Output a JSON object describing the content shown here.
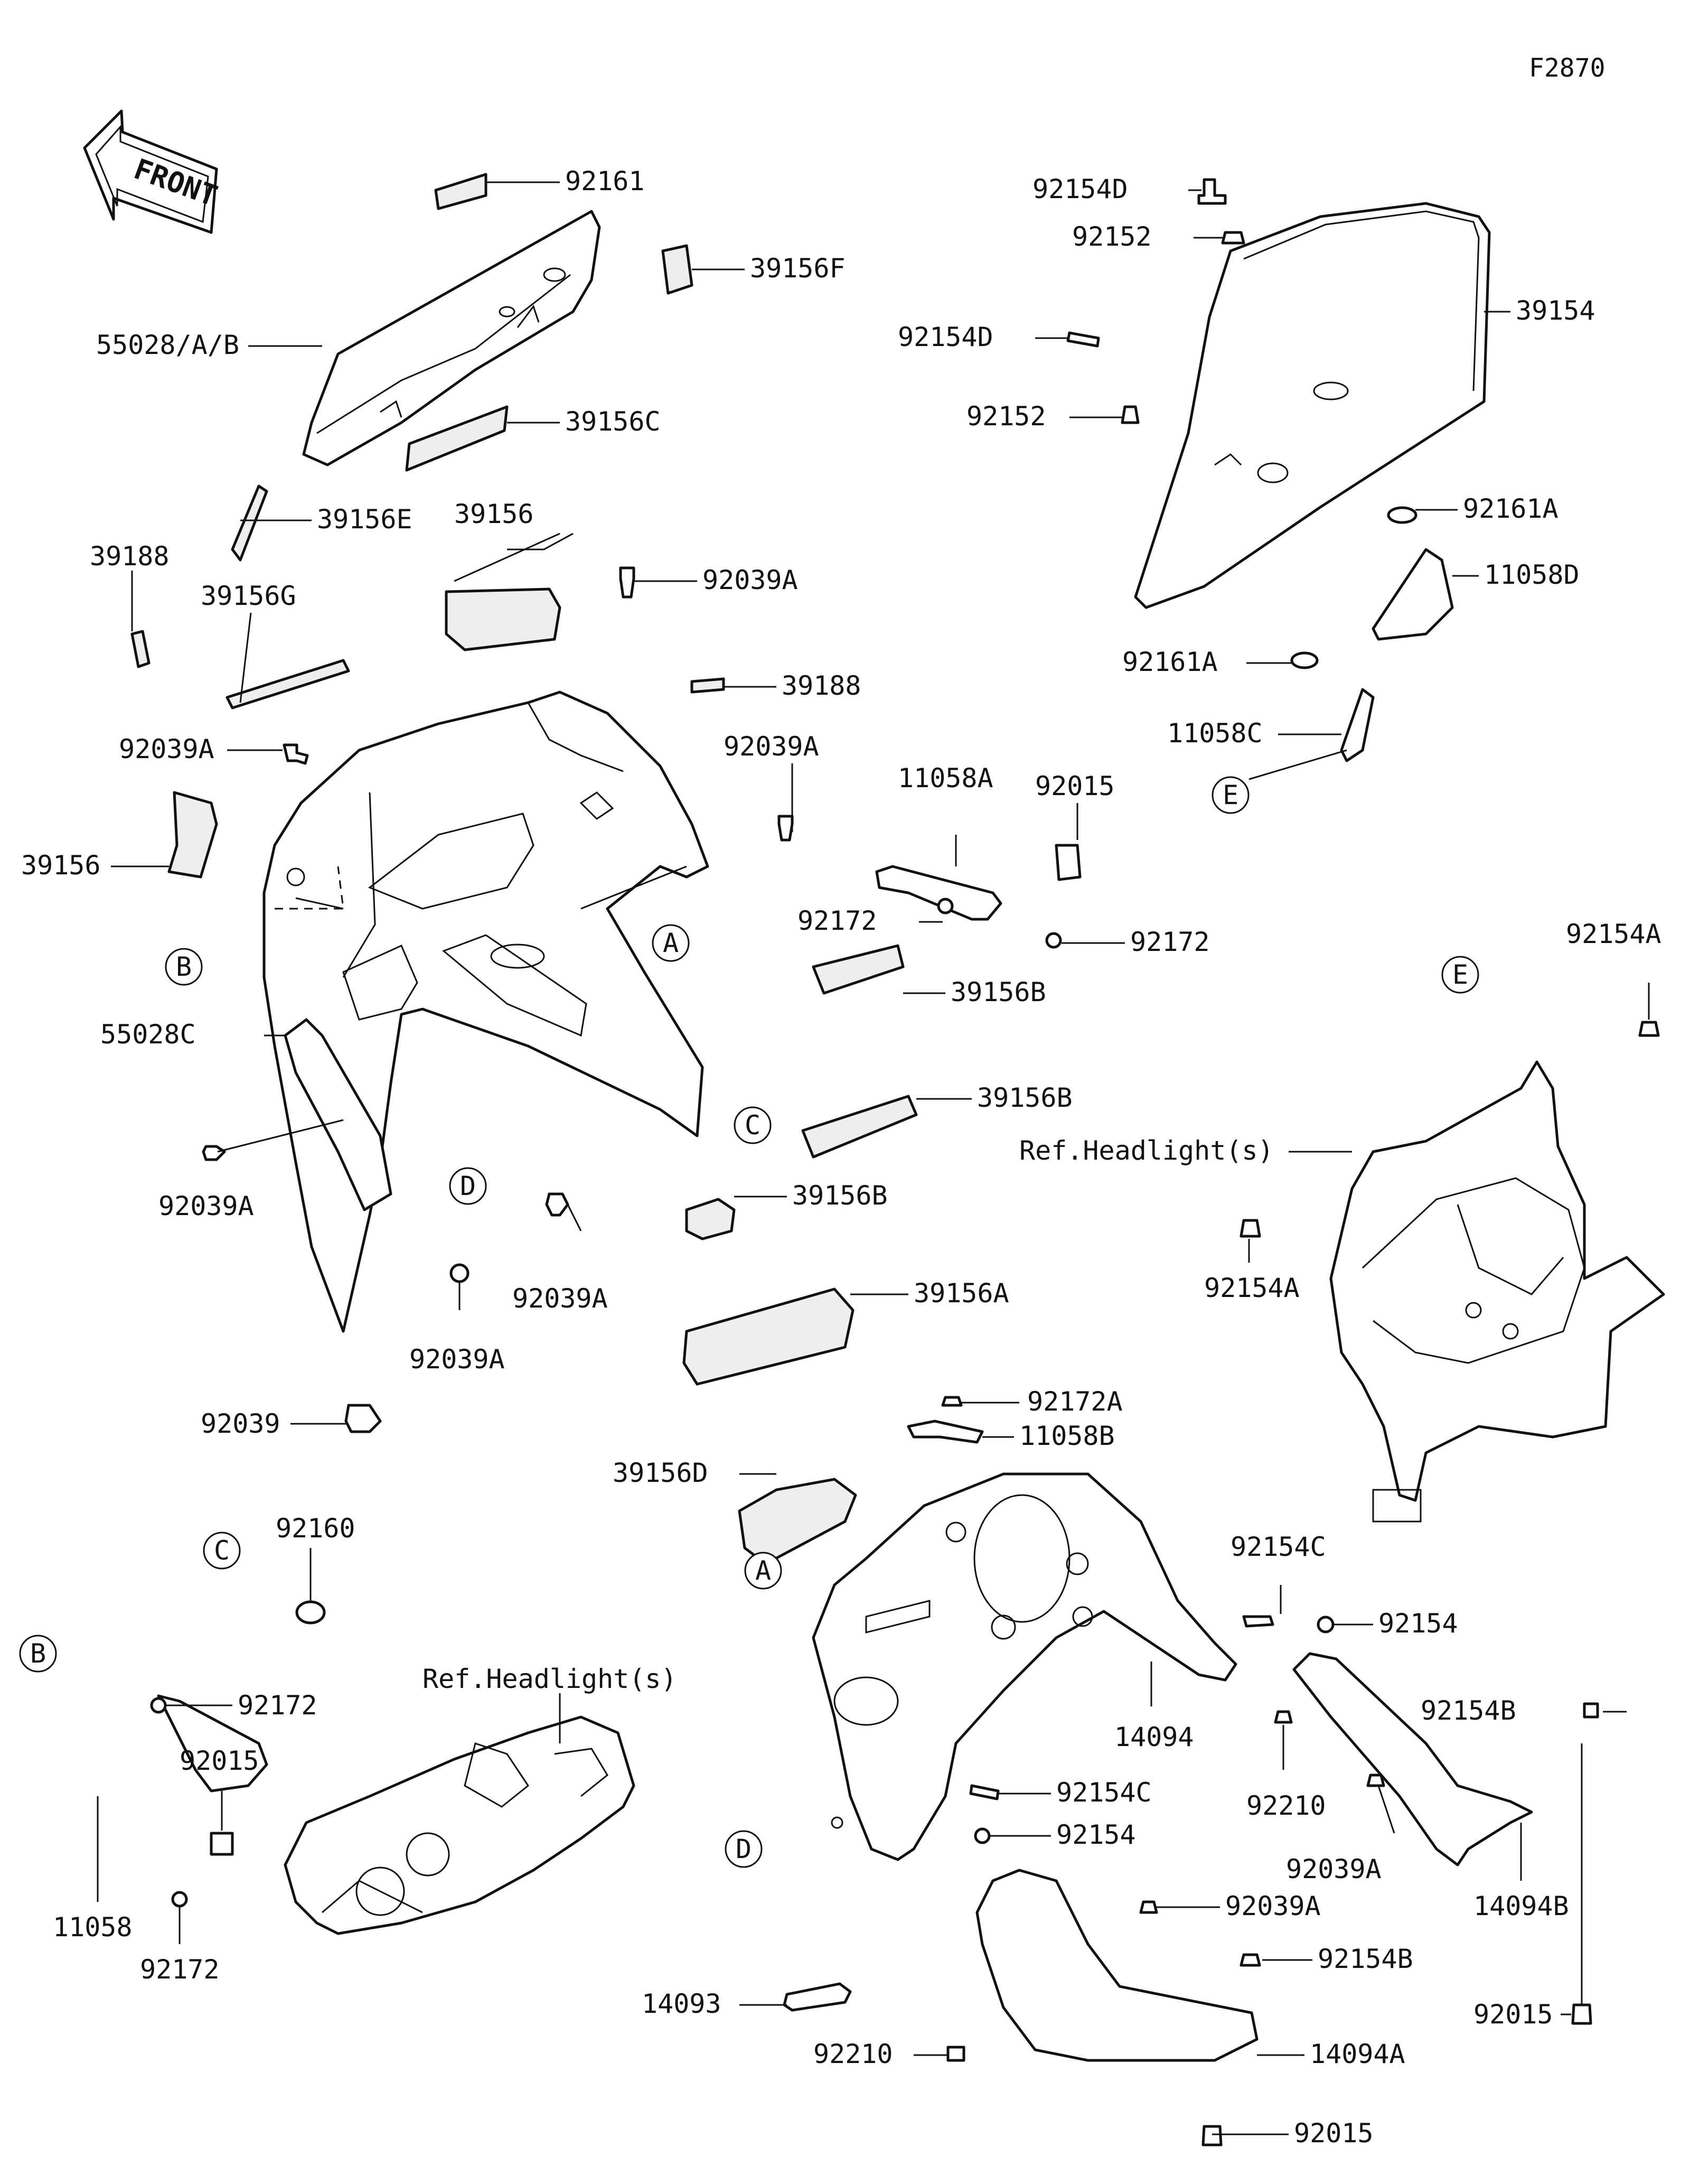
{
  "figure_id": "F2870",
  "front_arrow": "FRONT",
  "callouts": {
    "p92161": "92161",
    "p39156F": "39156F",
    "p55028AB": "55028/A/B",
    "p39156C": "39156C",
    "p39156E": "39156E",
    "p39156_top": "39156",
    "p39188_left": "39188",
    "p39156G": "39156G",
    "p92039A_top": "92039A",
    "p39188_mid": "39188",
    "p92039A_left": "92039A",
    "p92039A_mid": "92039A",
    "p39156_left": "39156",
    "p11058A": "11058A",
    "p92015_top": "92015",
    "p92172_a": "92172",
    "p92172_b": "92172",
    "p39156B_a": "39156B",
    "p39156B_b": "39156B",
    "p39156B_c": "39156B",
    "p55028C": "55028C",
    "p92039A_low": "92039A",
    "p92039A_low2": "92039A",
    "p92039A_low3": "92039A",
    "p39156A": "39156A",
    "p92039": "92039",
    "p92154D_a": "92154D",
    "p92152_a": "92152",
    "p39154": "39154",
    "p92154D_b": "92154D",
    "p92152_b": "92152",
    "p92161A_a": "92161A",
    "p11058D": "11058D",
    "p92161A_b": "92161A",
    "p11058C": "11058C",
    "p92154A_top": "92154A",
    "p_ref_headlight_right": "Ref.Headlight(s)",
    "p92154A_low": "92154A",
    "p92172A": "92172A",
    "p11058B": "11058B",
    "p39156D": "39156D",
    "p92154C_a": "92154C",
    "p92154": "92154",
    "p14094": "14094",
    "p92154B_a": "92154B",
    "p92210_a": "92210",
    "p92154C_b": "92154C",
    "p92154_b": "92154",
    "p92039A_r": "92039A",
    "p14094B": "14094B",
    "p92039A_r2": "92039A",
    "p92154B_b": "92154B",
    "p14093": "14093",
    "p92210_b": "92210",
    "p14094A": "14094A",
    "p92015_r": "92015",
    "p92015_b": "92015",
    "p92160": "92160",
    "p92172_c": "92172",
    "p92015_c": "92015",
    "p11058": "11058",
    "p92172_d": "92172",
    "p_ref_headlight_left": "Ref.Headlight(s)"
  },
  "reference_markers": {
    "A1": "A",
    "A2": "A",
    "B1": "B",
    "B2": "B",
    "C1": "C",
    "C2": "C",
    "D1": "D",
    "D2": "D",
    "E1": "E",
    "E2": "E"
  }
}
